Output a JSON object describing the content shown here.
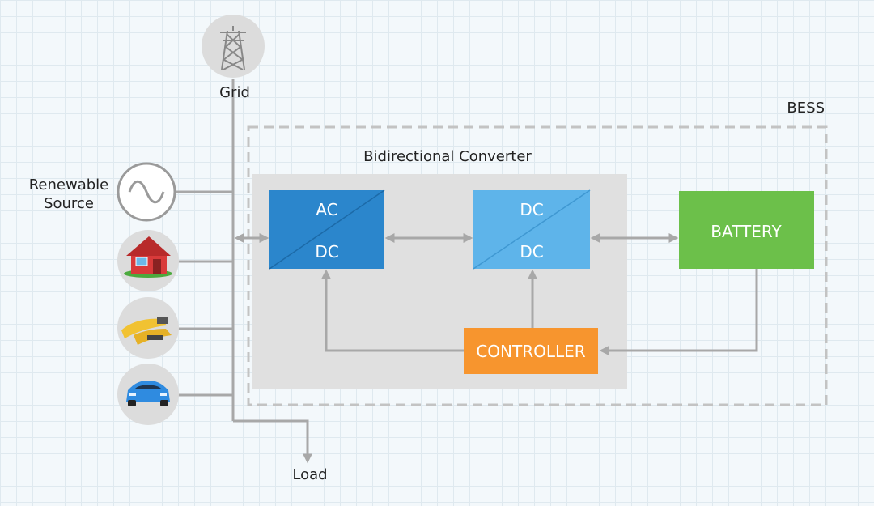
{
  "grid": {
    "label": "Grid",
    "icon": "transmission-tower-icon"
  },
  "renewable": {
    "line1": "Renewable",
    "line2": "Source",
    "icon": "sine-wave-generator-icon"
  },
  "house": {
    "icon": "house-icon"
  },
  "charger": {
    "icon": "ev-charger-plug-icon"
  },
  "car": {
    "icon": "electric-car-icon"
  },
  "load": {
    "label": "Load"
  },
  "bess": {
    "label": "BESS"
  },
  "converter": {
    "label": "Bidirectional Converter"
  },
  "ac_dc": {
    "top": "AC",
    "bottom": "DC",
    "color": "#2b86cc"
  },
  "dc_dc": {
    "top": "DC",
    "bottom": "DC",
    "color": "#5eb4ea"
  },
  "battery": {
    "label": "BATTERY",
    "color": "#6cc04a"
  },
  "controller": {
    "label": "CONTROLLER",
    "color": "#f7952e"
  },
  "colors": {
    "line": "#a8a8a8",
    "panel": "#e0e0e0",
    "icon_bg": "#dcdcdc"
  }
}
